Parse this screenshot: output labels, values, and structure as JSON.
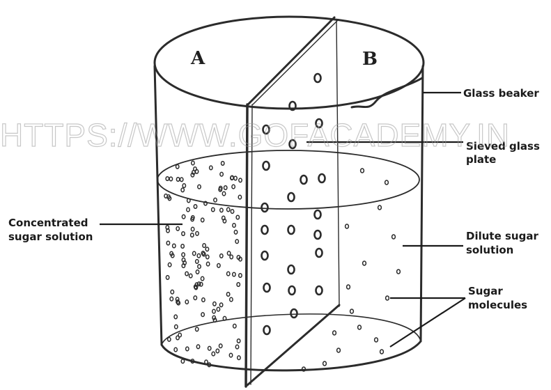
{
  "watermark": "HTTPS://WWW.GOFACADEMY.IN",
  "compartments": {
    "left": "A",
    "right": "B"
  },
  "labels": {
    "glass_beaker": "Glass beaker",
    "sieved_line1": "Sieved glass",
    "sieved_line2": "plate",
    "concentrated_line1": "Concentrated",
    "concentrated_line2": "sugar solution",
    "dilute_line1": "Dilute sugar",
    "dilute_line2": "solution",
    "sugar_line1": "Sugar",
    "sugar_line2": "molecules"
  },
  "colors": {
    "ink": "#2b2b2b",
    "label": "#1a1a1a",
    "watermark": "#9a9a9a"
  }
}
